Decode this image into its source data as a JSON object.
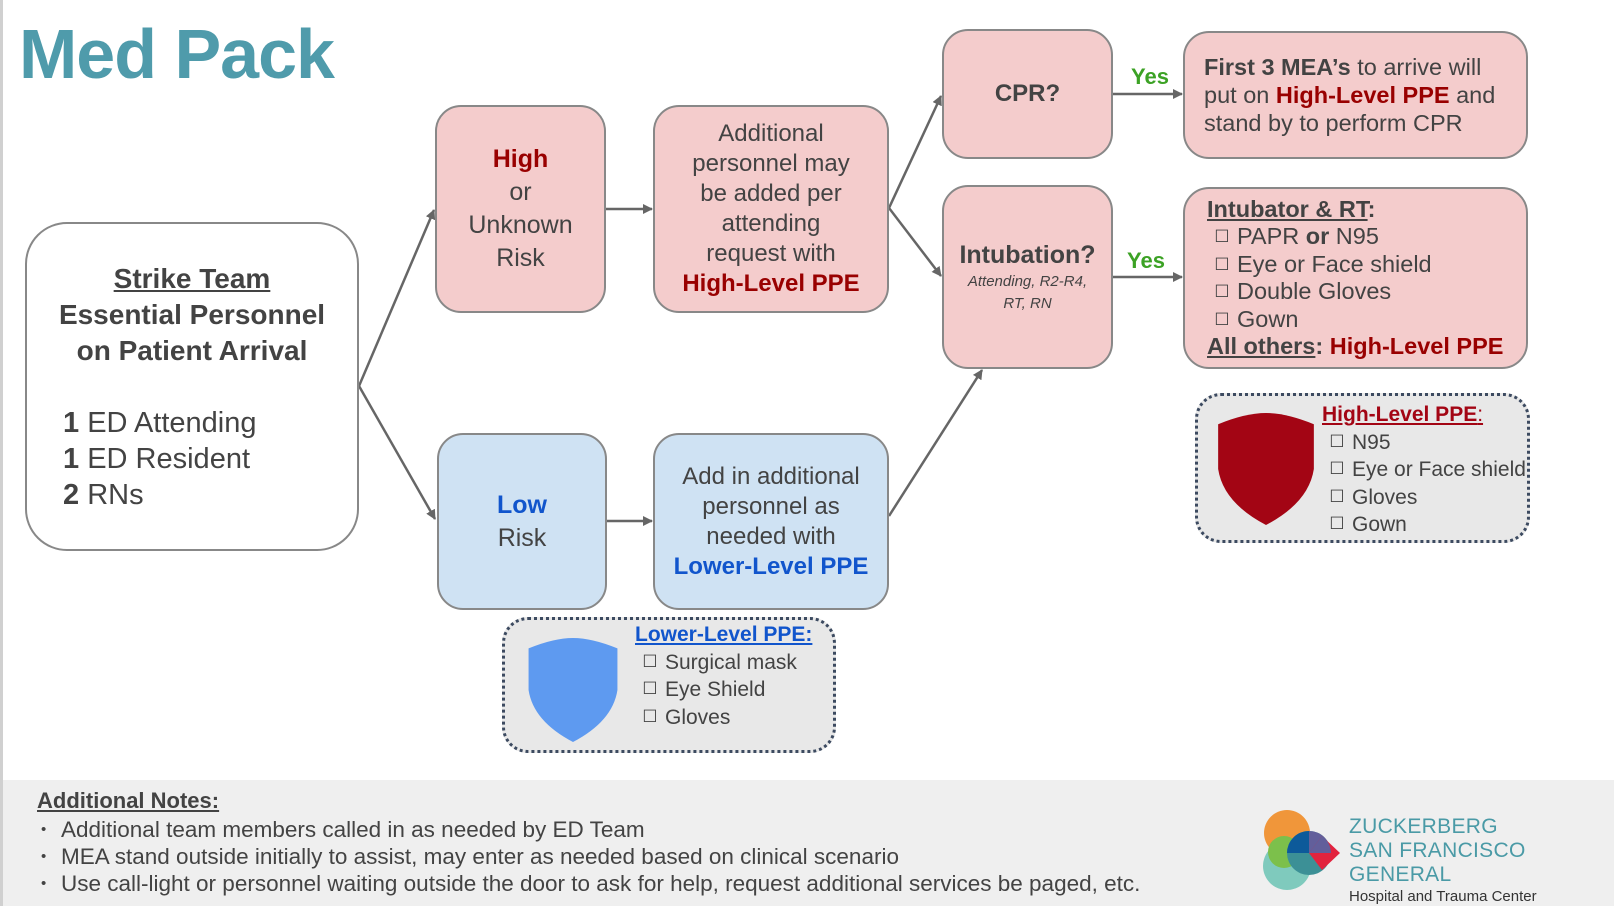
{
  "title": "Med Pack",
  "colors": {
    "title": "#4f9bab",
    "high_risk_fill": "#f4cccc",
    "low_risk_fill": "#cfe2f3",
    "high_level_text": "#990000",
    "lower_level_text": "#1155cc",
    "yes_text": "#3ca225",
    "high_shield": "#a30514",
    "low_shield": "#5e9af0"
  },
  "strike_team": {
    "heading": "Strike Team",
    "line2": "Essential Personnel",
    "line3": "on Patient Arrival",
    "staff": [
      {
        "count": "1",
        "role": "ED Attending"
      },
      {
        "count": "1",
        "role": "ED Resident"
      },
      {
        "count": "2",
        "role": "RNs"
      }
    ]
  },
  "high_risk": {
    "emph": "High",
    "line2": "or",
    "line3": "Unknown",
    "line4": "Risk"
  },
  "high_additional": {
    "lines": [
      "Additional",
      "personnel may",
      "be added per",
      "attending",
      "request with"
    ],
    "ppe": "High-Level PPE"
  },
  "low_risk": {
    "emph": "Low",
    "line2": "Risk"
  },
  "low_additional": {
    "lines": [
      "Add in additional",
      "personnel as",
      "needed with"
    ],
    "ppe": "Lower-Level PPE"
  },
  "cpr": {
    "question": "CPR?",
    "yes": "Yes"
  },
  "first3": {
    "bold": "First 3 MEA’s",
    "rest1": " to arrive will",
    "line2a": "put on ",
    "ppe": "High-Level PPE",
    "line2b": " and",
    "line3": "stand by to perform CPR"
  },
  "intubation": {
    "question": "Intubation?",
    "sub1": "Attending, R2-R4,",
    "sub2": "RT, RN",
    "yes": "Yes"
  },
  "intubator": {
    "heading": "Intubator & RT",
    "colon": ":",
    "items": [
      {
        "a": "PAPR ",
        "b": "or",
        "c": " N95"
      },
      {
        "a": "Eye or Face shield"
      },
      {
        "a": "Double Gloves"
      },
      {
        "a": "Gown"
      }
    ],
    "others_label": "All others",
    "others_colon": ": ",
    "others_ppe": "High-Level PPE"
  },
  "checkbox_glyph": "☐",
  "high_ppe_legend": {
    "icon": "shield-icon",
    "heading": "High-Level PPE",
    "colon": ":",
    "items": [
      "N95",
      "Eye or Face shield",
      "Gloves",
      "Gown"
    ]
  },
  "lower_ppe_legend": {
    "icon": "shield-icon",
    "heading": "Lower-Level PPE:",
    "items": [
      "Surgical mask",
      "Eye Shield",
      "Gloves"
    ]
  },
  "notes": {
    "heading": "Additional Notes:",
    "items": [
      "Additional team members called in as needed by ED Team",
      "MEA stand outside initially to assist, may enter as needed based on clinical scenario",
      "Use call-light or personnel waiting outside the door to ask for help, request additional services be paged, etc."
    ]
  },
  "logo": {
    "line1": "ZUCKERBERG",
    "line2": "SAN FRANCISCO GENERAL",
    "line3": "Hospital and Trauma Center"
  }
}
